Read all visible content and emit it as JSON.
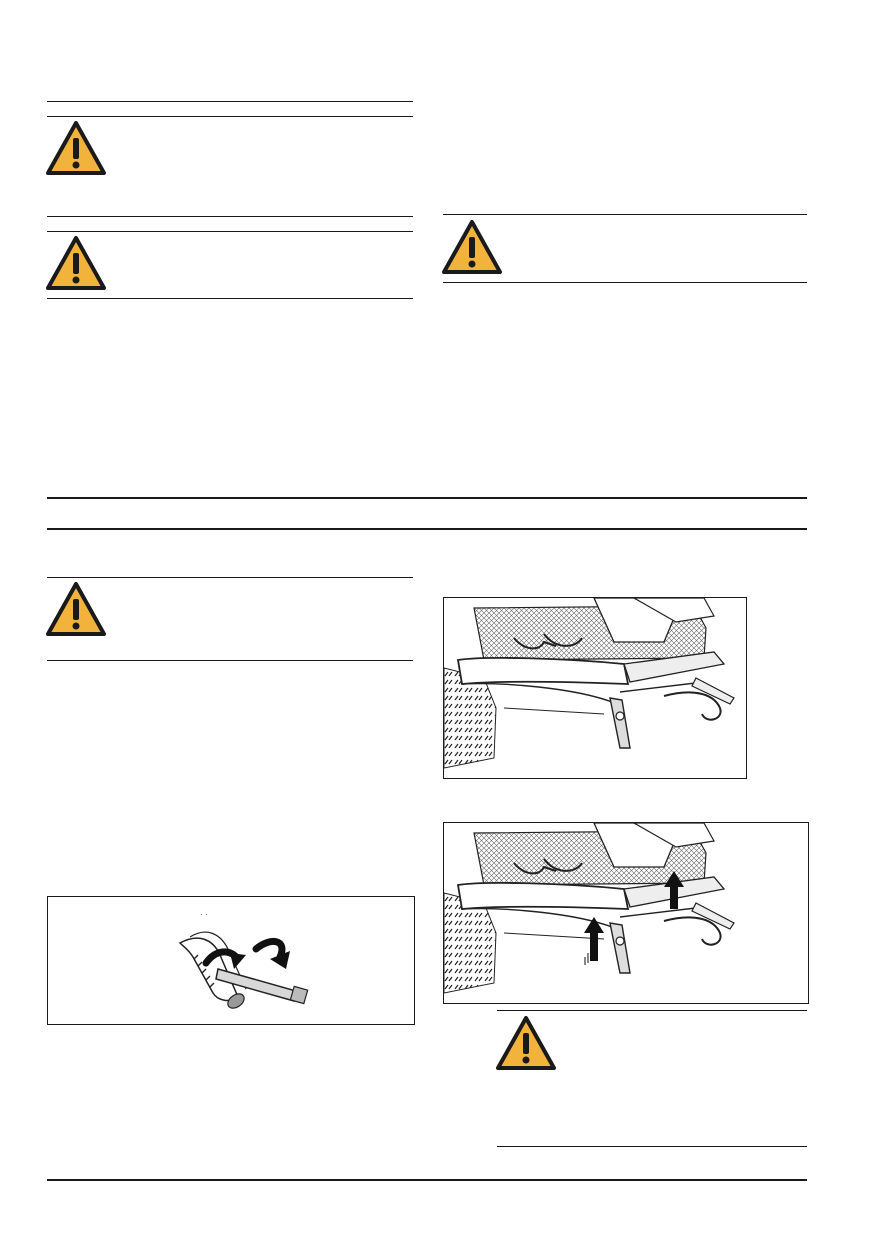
{
  "colors": {
    "warning_fill": "#F2B33D",
    "warning_stroke": "#1a1a1a",
    "rule": "#1a1a1a"
  },
  "icons": {
    "warning": "warning-triangle-icon"
  },
  "warnings": [
    {
      "id": "left-1",
      "icon": "warning-triangle-icon"
    },
    {
      "id": "left-2",
      "icon": "warning-triangle-icon"
    },
    {
      "id": "right-1",
      "icon": "warning-triangle-icon"
    },
    {
      "id": "left-3",
      "icon": "warning-triangle-icon"
    },
    {
      "id": "right-2",
      "icon": "warning-triangle-icon"
    }
  ],
  "figures": [
    {
      "id": "lever-figure",
      "depicts": "hand-lever-adjustment"
    },
    {
      "id": "mower-figure-1",
      "depicts": "front-mower-attachment"
    },
    {
      "id": "mower-figure-2",
      "depicts": "front-mower-attachment-lift-arrows"
    }
  ]
}
